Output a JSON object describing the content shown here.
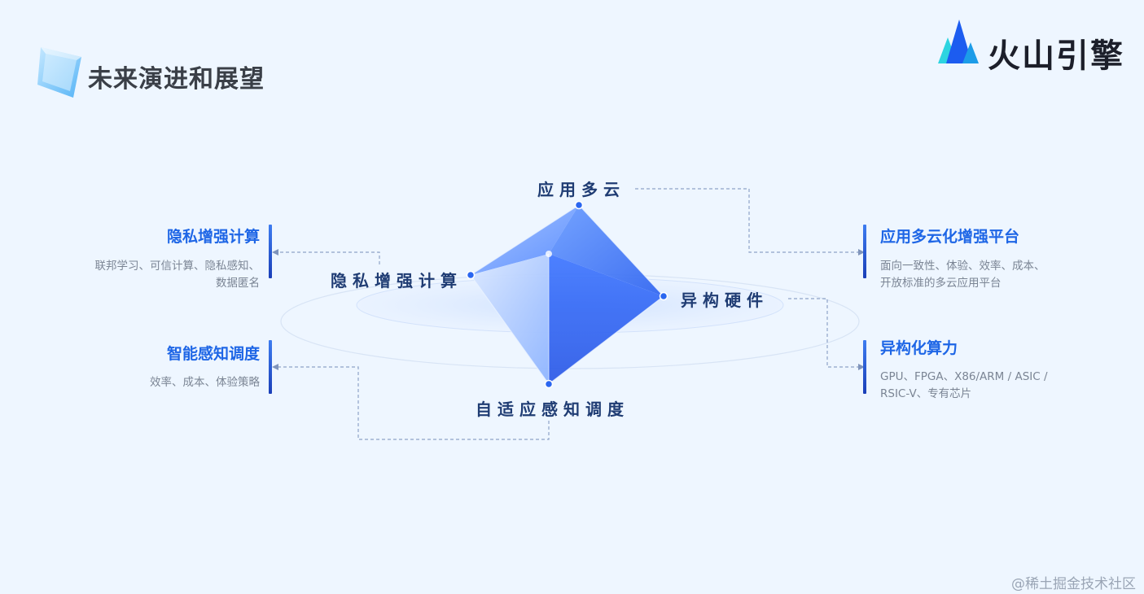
{
  "page": {
    "title": "未来演进和展望",
    "logo_text": "火山引擎",
    "watermark": "@稀土掘金技术社区"
  },
  "diagram": {
    "nodes": {
      "top": "应用多云",
      "left": "隐私增强计算",
      "right": "异构硬件",
      "bottom": "自适应感知调度"
    },
    "side_cards": [
      {
        "title": "隐私增强计算",
        "desc": "联邦学习、可信计算、隐私感知、数据匿名"
      },
      {
        "title": "智能感知调度",
        "desc": "效率、成本、体验策略"
      },
      {
        "title": "应用多云化增强平台",
        "desc": "面向一致性、体验、效率、成本、开放标准的多云应用平台"
      },
      {
        "title": "异构化算力",
        "desc": "GPU、FPGA、X86/ARM / ASIC / RSIC-V、专有芯片"
      }
    ]
  },
  "colors": {
    "accent": "#1e66e6",
    "node_text": "#1f3c73",
    "background": "#eef6ff"
  }
}
